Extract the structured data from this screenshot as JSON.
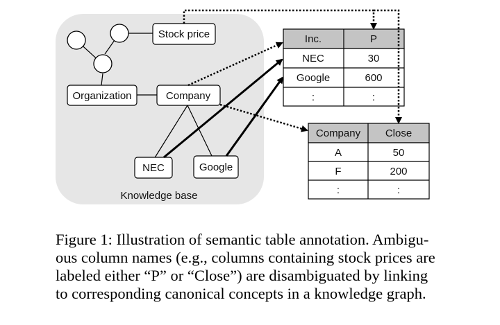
{
  "knowledge_base": {
    "label": "Knowledge base",
    "nodes": {
      "stock_price": "Stock price",
      "organization": "Organization",
      "company": "Company",
      "nec": "NEC",
      "google": "Google"
    }
  },
  "table_top": {
    "headers": [
      "Inc.",
      "P"
    ],
    "rows": [
      [
        "NEC",
        "30"
      ],
      [
        "Google",
        "600"
      ],
      [
        ":",
        ":"
      ]
    ]
  },
  "table_bottom": {
    "headers": [
      "Company",
      "Close"
    ],
    "rows": [
      [
        "A",
        "50"
      ],
      [
        "F",
        "200"
      ],
      [
        ":",
        ":"
      ]
    ]
  },
  "caption": {
    "lines": [
      "Figure 1: Illustration of semantic table annotation. Ambigu-",
      "ous column names (e.g., columns containing stock prices are",
      "labeled either “P” or “Close”) are disambiguated by linking",
      "to corresponding canonical concepts in a knowledge graph."
    ]
  }
}
